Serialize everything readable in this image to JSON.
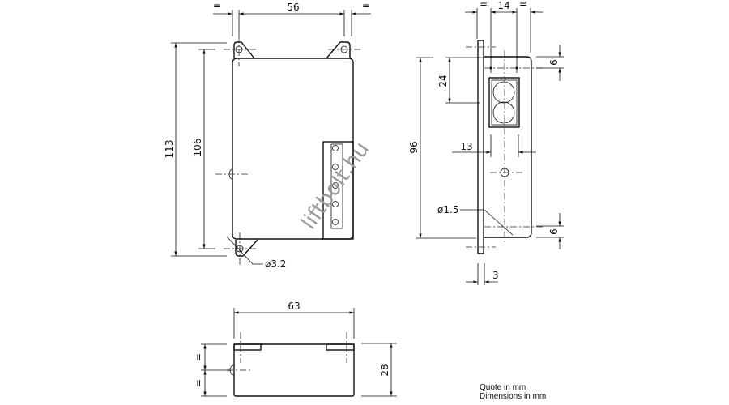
{
  "front_view": {
    "width_dim": "56",
    "equal_left": "=",
    "equal_right": "=",
    "height_outer_dim": "113",
    "height_hole_dim": "106",
    "hole_dia": "ø3.2"
  },
  "side_view": {
    "width_dim": "14",
    "equal_left": "=",
    "equal_right": "=",
    "height_dim": "96",
    "window_dim": "24",
    "offset_dim": "13",
    "top_dim": "6",
    "bottom_dim": "6",
    "hole_dia": "ø1.5",
    "plate_dim": "3"
  },
  "bottom_view": {
    "width_dim": "63",
    "height_dim": "28",
    "equal_top": "=",
    "equal_bottom": "="
  },
  "notes": {
    "line1": "Quote in mm",
    "line2": "Dimensions in mm"
  },
  "watermark": "liftbolt.hu"
}
